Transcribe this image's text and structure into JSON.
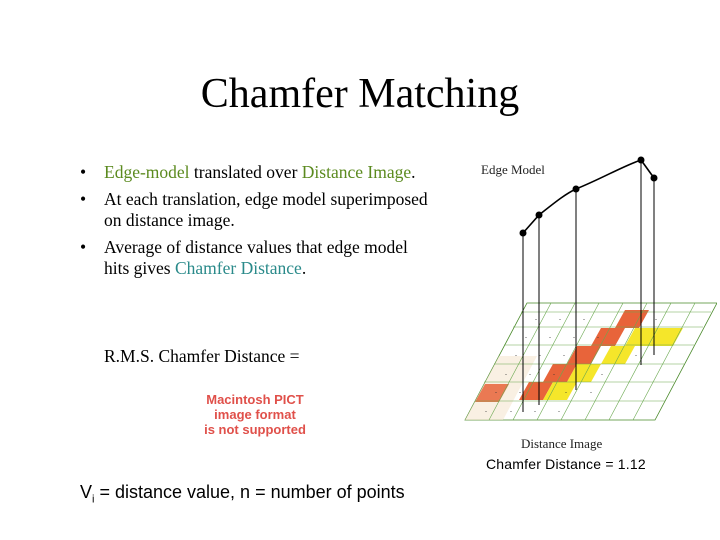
{
  "slide": {
    "title": "Chamfer Matching",
    "bullets": [
      {
        "parts": [
          "Edge-model",
          " translated over ",
          "Distance Image",
          "."
        ]
      },
      {
        "text": "At each translation, edge model superimposed on distance image."
      },
      {
        "parts": [
          "Average of distance values that edge model hits gives ",
          "Chamfer Distance",
          "."
        ]
      }
    ],
    "bullet_symbol": "•",
    "rms_label": "R.M.S. Chamfer Distance =",
    "pict_placeholder": [
      "Macintosh PICT",
      "image format",
      "is not supported"
    ],
    "chamfer_result": "Chamfer Distance = 1.12",
    "footnote": {
      "prefix": "V",
      "subscript": "i",
      "suffix": " = distance value, n = number of points"
    },
    "figure": {
      "edge_model_label": "Edge Model",
      "distance_image_label": "Distance Image"
    },
    "colors": {
      "green": "#5b8a1f",
      "teal": "#2a8a8a",
      "orange": "#e8643a",
      "yellow": "#f5e62a",
      "pict": "#e0504a"
    }
  }
}
